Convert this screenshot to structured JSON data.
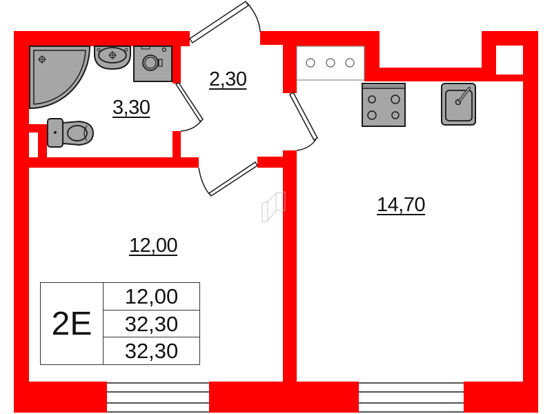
{
  "plan": {
    "colors": {
      "wall": "#ff0000",
      "fixture": "#a6a6a6",
      "outline": "#1a1a1a",
      "background": "#ffffff"
    },
    "rooms": [
      {
        "id": "bathroom",
        "area": "3,30"
      },
      {
        "id": "hallway",
        "area": "2,30"
      },
      {
        "id": "room",
        "area": "12,00"
      },
      {
        "id": "kitchen",
        "area": "14,70"
      }
    ],
    "fixtures": [
      "corner-shower",
      "washbasin",
      "washing-machine",
      "toilet",
      "stove",
      "kitchen-sink",
      "ventilation-shaft",
      "utility-box"
    ],
    "summary": {
      "type": "2E",
      "living_area": "12,00",
      "total_area": "32,30",
      "total_area_with_balcony": "32,30"
    }
  }
}
